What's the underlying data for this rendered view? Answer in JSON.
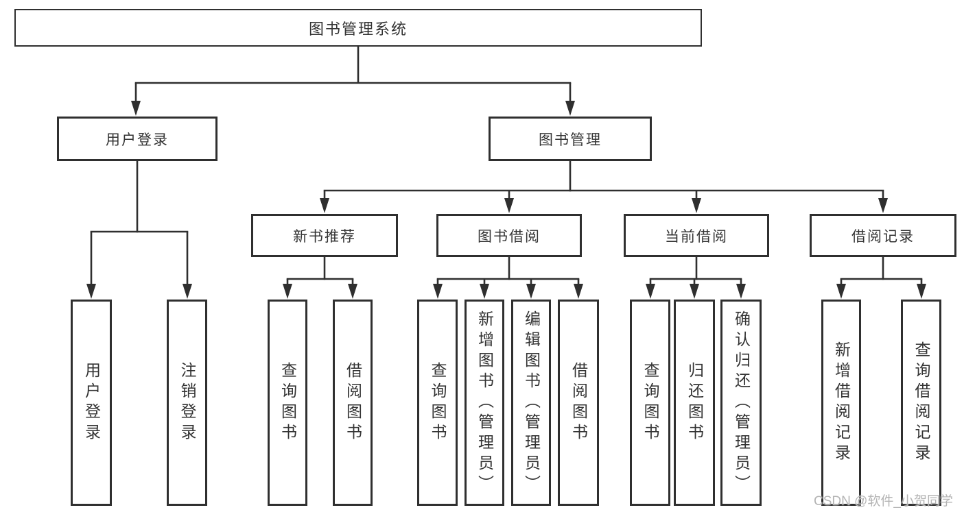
{
  "tree": {
    "root": "图书管理系统",
    "user": {
      "label": "用户登录",
      "children": [
        {
          "label": "用户登录"
        },
        {
          "label": "注销登录"
        }
      ]
    },
    "book": {
      "label": "图书管理",
      "sections": [
        {
          "label": "新书推荐",
          "children": [
            {
              "label": "查询图书"
            },
            {
              "label": "借阅图书"
            }
          ]
        },
        {
          "label": "图书借阅",
          "children": [
            {
              "label": "查询图书"
            },
            {
              "label": "新增图书（管理员）"
            },
            {
              "label": "编辑图书（管理员）"
            },
            {
              "label": "借阅图书"
            }
          ]
        },
        {
          "label": "当前借阅",
          "children": [
            {
              "label": "查询图书"
            },
            {
              "label": "归还图书"
            },
            {
              "label": "确认归还（管理员）"
            }
          ]
        },
        {
          "label": "借阅记录",
          "children": [
            {
              "label": "新增借阅记录"
            },
            {
              "label": "查询借阅记录"
            }
          ]
        }
      ]
    }
  },
  "watermark": "CSDN @软件_小贺同学",
  "colors": {
    "line": "#2f2f2f",
    "text": "#333333",
    "box_background": "#ffffff",
    "watermark": "#b4b4b4"
  }
}
